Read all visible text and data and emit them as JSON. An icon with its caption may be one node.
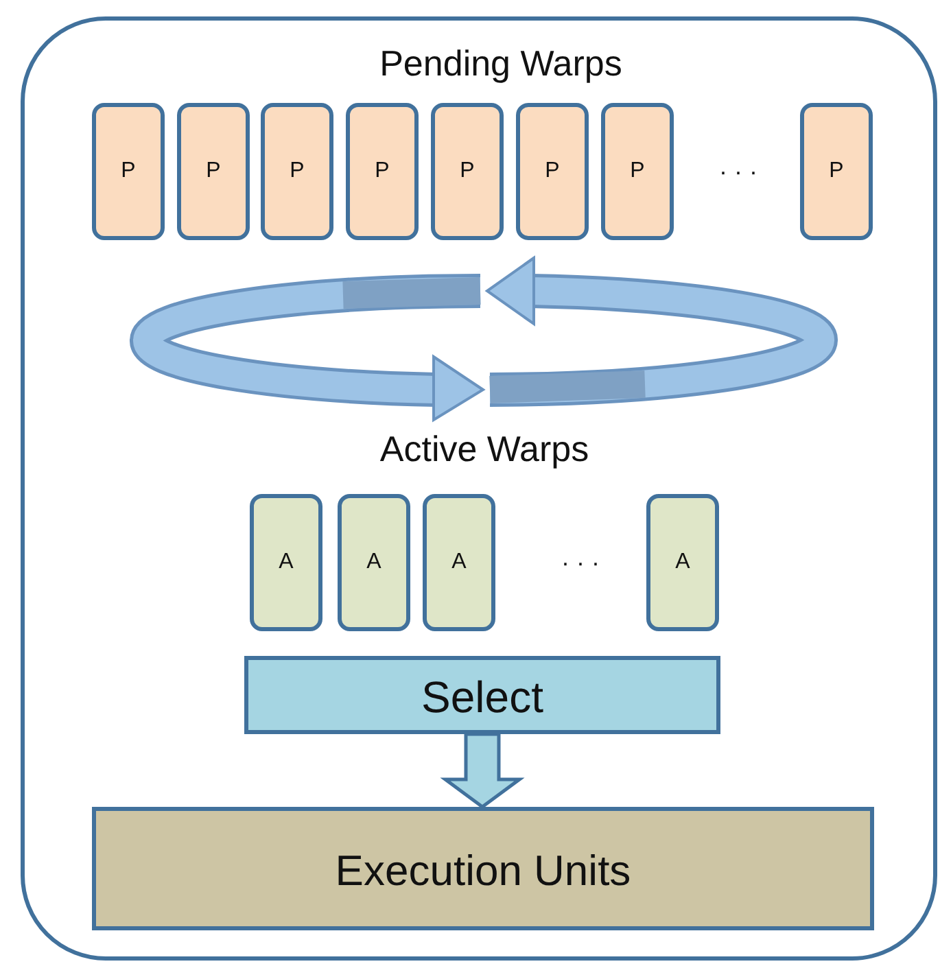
{
  "diagram": {
    "nodes": [
      {
        "text": [],
        "shape": "box"
      },
      {
        "text": [
          "P"
        ],
        "in": 0
      },
      {
        "text": [
          "P"
        ],
        "in": 0
      },
      {
        "text": [
          "P"
        ],
        "in": 0
      },
      {
        "text": [
          "P"
        ],
        "in": 0
      },
      {
        "text": [
          "P"
        ],
        "in": 0
      },
      {
        "text": [
          "P"
        ],
        "in": 0
      },
      {
        "text": [
          "P"
        ],
        "in": 0
      },
      {
        "text": [
          "P"
        ],
        "in": 0
      },
      {
        "text": [
          "A"
        ],
        "in": 0
      },
      {
        "text": [
          "A"
        ],
        "in": 0
      },
      {
        "text": [
          "A"
        ],
        "in": 0
      },
      {
        "text": [
          "A"
        ],
        "in": 0
      },
      {
        "text": [
          "Select"
        ],
        "in": 0
      },
      {
        "text": [
          "Execution Units"
        ],
        "in": 0
      }
    ],
    "edges": [
      {
        "from": 13,
        "to": 14,
        "arrow": "to",
        "style": "thick"
      }
    ],
    "labels": [
      "Pending Warps",
      "· · ·",
      "Active Warps",
      "· · ·"
    ]
  }
}
